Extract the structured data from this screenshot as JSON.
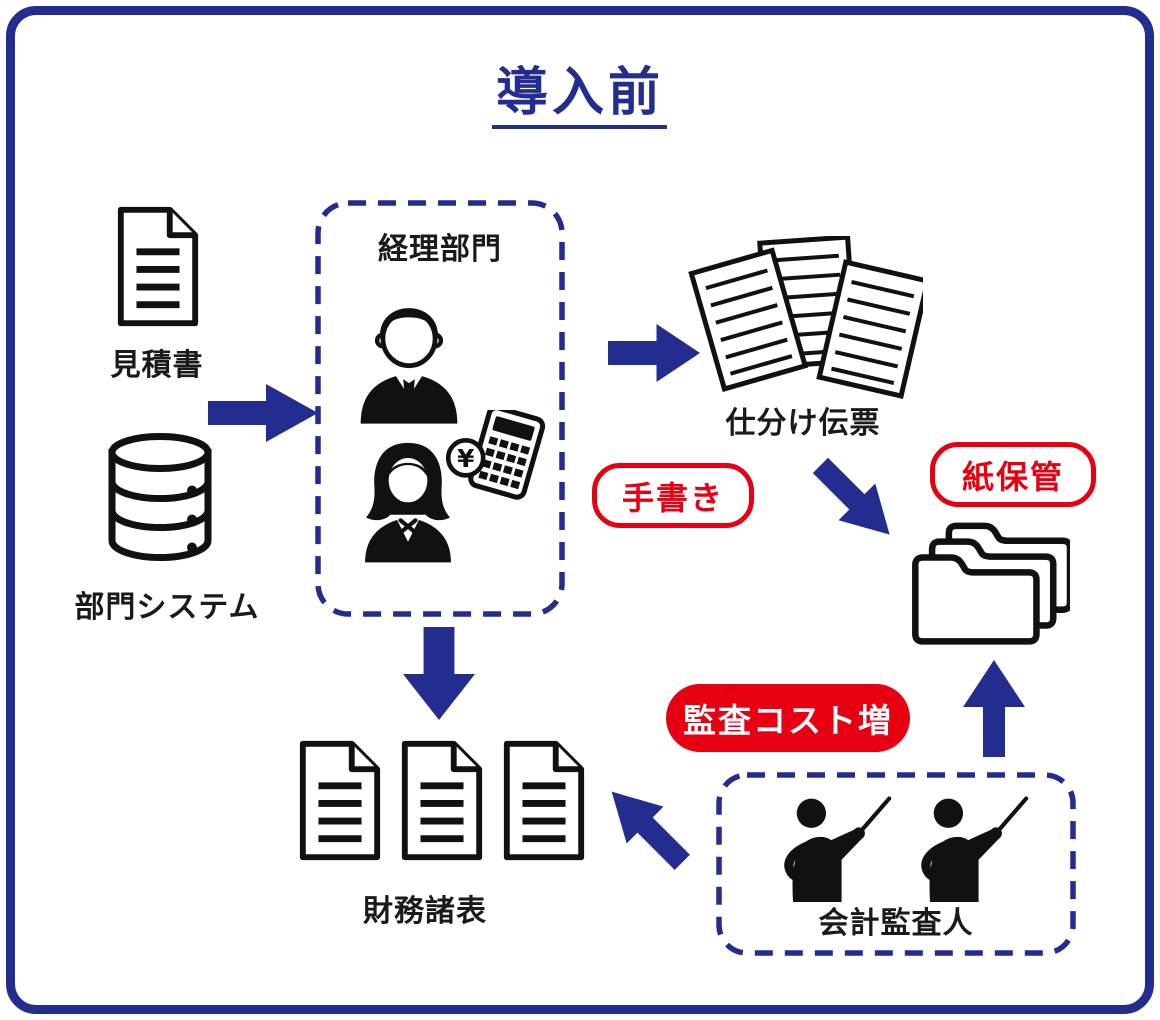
{
  "colors": {
    "accent_blue": "#232d8f",
    "alert_red": "#e60012",
    "icon_black": "#111111",
    "text_black": "#1a1a1a",
    "background": "#ffffff"
  },
  "title": {
    "text": "導入前"
  },
  "labels": {
    "quote_doc": "見積書",
    "dept_system": "部門システム",
    "accounting_dept": "経理部門",
    "journal_slips": "仕分け伝票",
    "financial_statements": "財務諸表",
    "auditors": "会計監査人"
  },
  "badges": {
    "handwritten": "手書き",
    "paper_storage": "紙保管",
    "audit_cost_increase": "監査コスト増"
  },
  "calculator": {
    "currency_symbol": "¥"
  },
  "icons": {
    "document-icon": "svg-outline-document-with-lines",
    "database-icon": "svg-outline-database-cylinder",
    "male-clerk-icon": "svg-silhouette-man-in-suit",
    "female-clerk-icon": "svg-silhouette-woman",
    "calculator-icon": "svg-calculator-with-yen",
    "papers-icon": "svg-three-scattered-papers",
    "folders-icon": "svg-stacked-folders",
    "presenter-icon": "svg-person-with-pointer",
    "arrow-right-icon": "svg-block-arrow",
    "arrow-down-icon": "svg-block-arrow",
    "arrow-up-icon": "svg-block-arrow",
    "arrow-diagonal-icon": "svg-block-arrow-rotated"
  }
}
